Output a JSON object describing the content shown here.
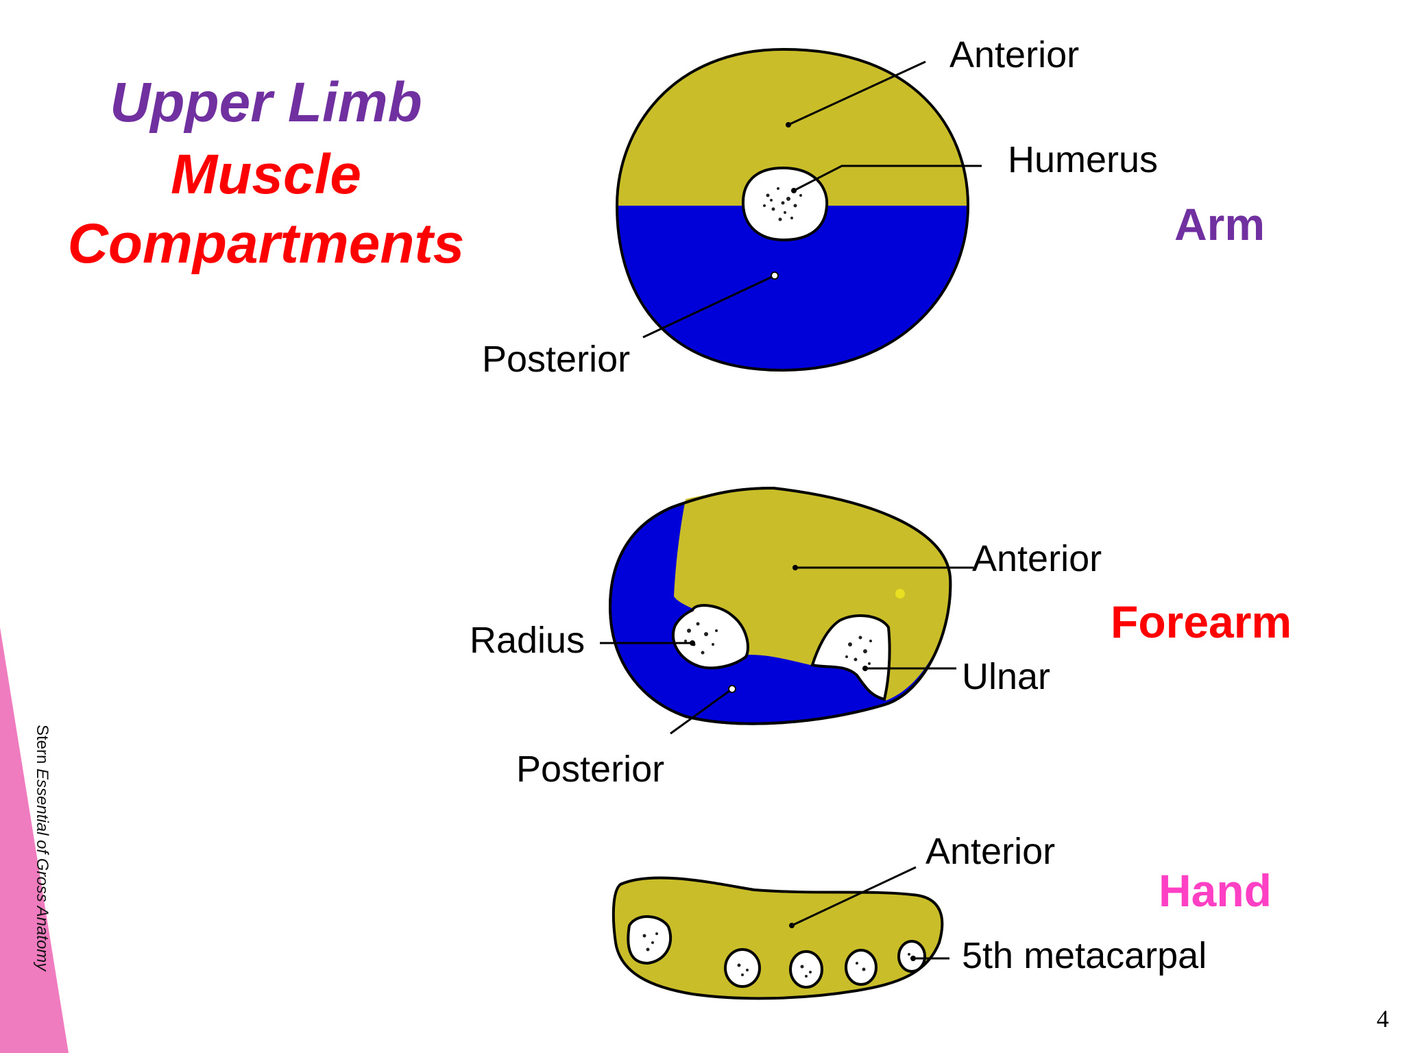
{
  "title": {
    "line1": "Upper Limb",
    "line2": "Muscle",
    "line3": "Compartments"
  },
  "colors": {
    "title_line1": "#7030a0",
    "title_red": "#ff0000",
    "arm_label": "#7030a0",
    "forearm_label": "#ff0000",
    "hand_label": "#ff3fc4",
    "anterior_fill": "#c9bd29",
    "posterior_fill": "#0000d8",
    "bone_fill": "#ffffff",
    "side_strip": "#f07cc0"
  },
  "sections": {
    "arm": {
      "label": "Arm",
      "anterior": "Anterior",
      "bone": "Humerus",
      "posterior": "Posterior"
    },
    "forearm": {
      "label": "Forearm",
      "anterior": "Anterior",
      "radius": "Radius",
      "ulna": "Ulnar",
      "posterior": "Posterior"
    },
    "hand": {
      "label": "Hand",
      "anterior": "Anterior",
      "bone": "5th metacarpal"
    }
  },
  "citation": {
    "author": "Stern",
    "work": "Essential of Gross Anatomy"
  },
  "page_number": "4"
}
